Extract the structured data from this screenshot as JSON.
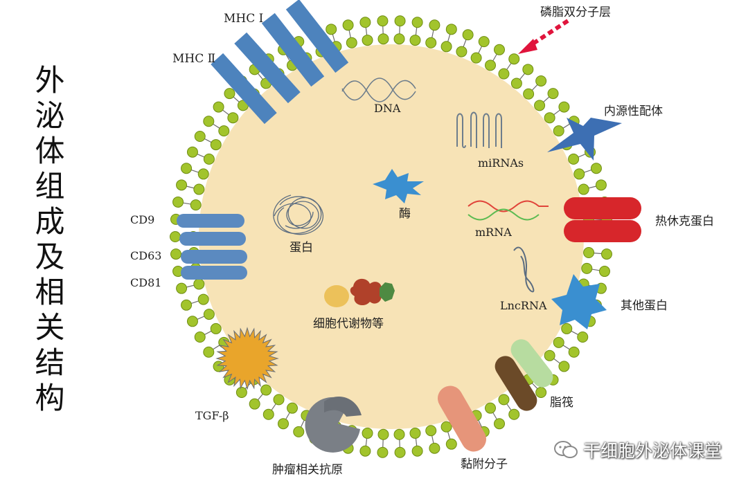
{
  "title": "外泌体组成及相关结构",
  "labels": {
    "mhc1": "MHC Ⅰ",
    "mhc2": "MHC Ⅱ",
    "bilayer": "磷脂双分子层",
    "dna": "DNA",
    "endogenous_ligand": "内源性配体",
    "mirnas": "miRNAs",
    "heat_shock_protein": "热休克蛋白",
    "enzyme": "酶",
    "mrna": "mRNA",
    "protein": "蛋白",
    "cd9": "CD9",
    "cd63": "CD63",
    "cd81": "CD81",
    "lncrna": "LncRNA",
    "other_protein": "其他蛋白",
    "metabolites": "细胞代谢物等",
    "tgf_beta": "TGF-β",
    "lipid_raft": "脂筏",
    "tumor_antigen": "肿瘤相关抗原",
    "adhesion_molecule": "黏附分子"
  },
  "watermark": "干细胞外泌体课堂",
  "colors": {
    "cytoplasm": "#f7e3b6",
    "lipid_head": "#a2c42c",
    "lipid_head_edge": "#6e8c12",
    "lipid_tail": "#6b6b6b",
    "mhc": "#4d83bd",
    "tetraspanin": "#5b8ac0",
    "heat_shock": "#d7262b",
    "star": "#3d6fb3",
    "other_protein": "#3a8fd0",
    "tgf": "#e9a52b",
    "tumor_antigen": "#7a7f86",
    "adhesion": "#e6957a",
    "raft_dark": "#6b4a28",
    "raft_light": "#b7dca0",
    "arrow": "#e0143c"
  }
}
